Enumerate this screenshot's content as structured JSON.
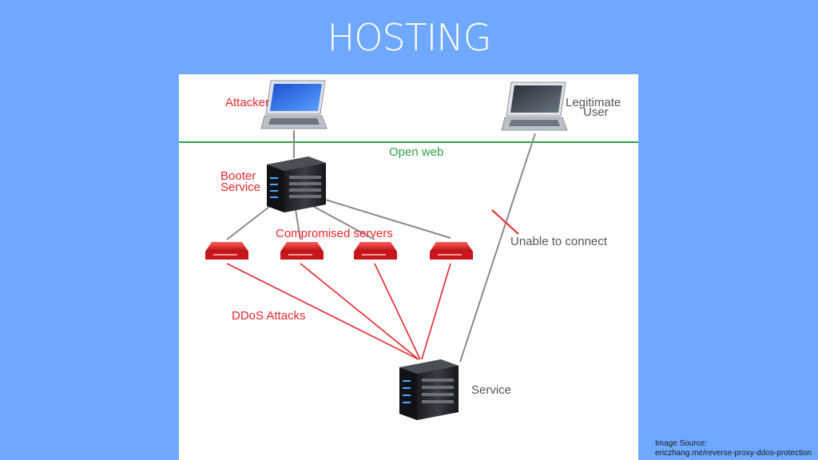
{
  "slide": {
    "title": "HOSTING"
  },
  "diagram": {
    "labels": {
      "attacker": "Attacker",
      "legitimate_line1": "Legitimate",
      "legitimate_line2": "User",
      "open_web": "Open web",
      "booter_line1": "Booter",
      "booter_line2": "Service",
      "compromised": "Compromised servers",
      "unable": "Unable to connect",
      "ddos": "DDoS Attacks",
      "service": "Service"
    },
    "colors": {
      "attack": "#e8262b",
      "open_web": "#2ea04a",
      "link": "#888888"
    },
    "icons": [
      "laptop-icon",
      "server-tower-icon",
      "rack-server-icon"
    ]
  },
  "source": {
    "line1": "Image Source:",
    "line2": "ericzhang.me/reverse-proxy-ddos-protection"
  }
}
